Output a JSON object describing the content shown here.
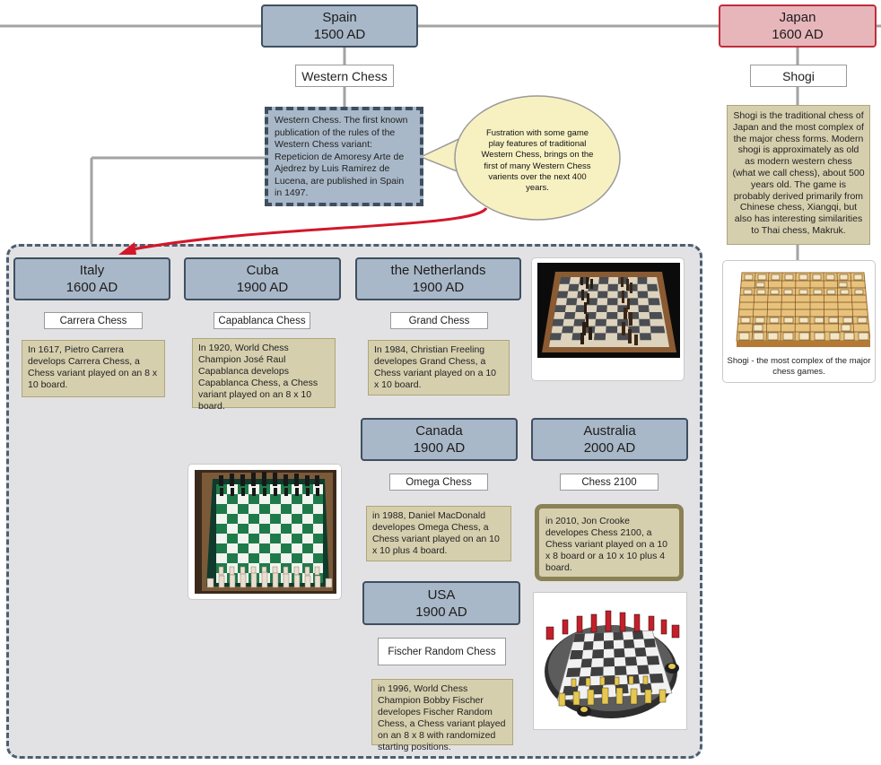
{
  "locations": {
    "spain": {
      "name": "Spain",
      "date": "1500 AD"
    },
    "japan": {
      "name": "Japan",
      "date": "1600 AD"
    },
    "italy": {
      "name": "Italy",
      "date": "1600 AD"
    },
    "cuba": {
      "name": "Cuba",
      "date": "1900 AD"
    },
    "netherlands": {
      "name": "the Netherlands",
      "date": "1900 AD"
    },
    "canada": {
      "name": "Canada",
      "date": "1900 AD"
    },
    "australia": {
      "name": "Australia",
      "date": "2000 AD"
    },
    "usa": {
      "name": "USA",
      "date": "1900 AD"
    }
  },
  "variants": {
    "spain": "Western Chess",
    "japan": "Shogi",
    "italy": "Carrera Chess",
    "cuba": "Capablanca Chess",
    "netherlands": "Grand Chess",
    "canada": "Omega Chess",
    "australia": "Chess 2100",
    "usa": "Fischer Random Chess"
  },
  "descriptions": {
    "spain": "Western Chess. The first known publication of the rules of the Western Chess variant: Repeticion de Amoresy Arte de Ajedrez by Luis Ramirez de Lucena, are published in Spain in 1497.",
    "japan": "Shogi is the traditional chess of Japan and the most complex of the major chess forms. Modern shogi is approximately as old as modern western chess (what we call chess), about 500 years old. The game is probably derived primarily from Chinese chess, Xiangqi, but also has interesting similarities to Thai chess, Makruk.",
    "italy": "In 1617, Pietro Carrera develops Carrera Chess, a Chess variant played on an 8 x 10 board.",
    "cuba": "In 1920, World Chess Champion José Raul Capablanca develops Capablanca Chess, a Chess variant played on an 8 x 10 board.",
    "netherlands": "In 1984, Christian Freeling developes Grand Chess, a Chess variant played on a 10 x 10 board.",
    "canada": "in 1988, Daniel MacDonald developes Omega Chess, a Chess variant played on an 10 x 10 plus 4 board.",
    "australia": "in 2010, Jon Crooke developes Chess 2100, a Chess variant played on a 10 x 8 board or a 10 x 10 plus 4 board.",
    "usa": "in 1996, World Chess Champion Bobby Fischer developes Fischer Random Chess, a Chess variant played on an 8 x 8 with randomized starting positions."
  },
  "callout": "Fustration with some game play features of traditional Western Chess, brings on the first of many Western Chess varients over the next 400 years.",
  "shogi_caption": "Shogi - the most complex of the major chess games.",
  "colors": {
    "location_fill": "#a9b8c8",
    "location_border": "#3f4f60",
    "japan_fill": "#e7b6bb",
    "japan_border": "#c12d3a",
    "description_fill": "#d6cfae",
    "arrow": "#d3172a",
    "callout_fill": "#f7f1c2"
  },
  "icons": {
    "board_photo_1": "grand-chess-board-photo",
    "board_photo_2": "omega-chess-board-photo",
    "board_photo_3": "chess-2100-board-render",
    "board_photo_4": "shogi-board-photo"
  }
}
